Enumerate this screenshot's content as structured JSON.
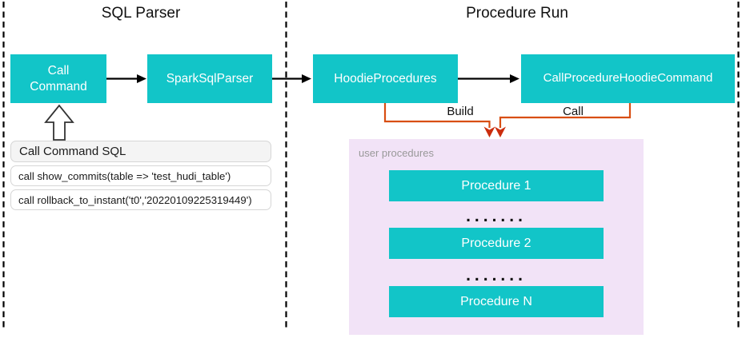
{
  "titles": {
    "left": "SQL Parser",
    "right": "Procedure Run"
  },
  "nodes": {
    "call_command": "Call\nCommand",
    "spark_sql_parser": "SparkSqlParser",
    "hoodie_procedures": "HoodieProcedures",
    "call_procedure_hoodie_command": "CallProcedureHoodieCommand"
  },
  "edge_labels": {
    "build": "Build",
    "call": "Call"
  },
  "sql_panel": {
    "header": "Call Command SQL",
    "rows": [
      "call show_commits(table => 'test_hudi_table')",
      "call rollback_to_instant('t0','20220109225319449')"
    ]
  },
  "user_procedures": {
    "label": "user procedures",
    "items": [
      "Procedure 1",
      "Procedure 2",
      "Procedure N"
    ],
    "ellipsis": "......."
  },
  "colors": {
    "node_teal": "#12C5C8",
    "container_purple": "#F2E3F7",
    "connector_orange": "#D84E12",
    "arrowhead_red": "#CB2D0E",
    "panel_header_gray": "#F4F4F4",
    "label_gray": "#999999"
  }
}
